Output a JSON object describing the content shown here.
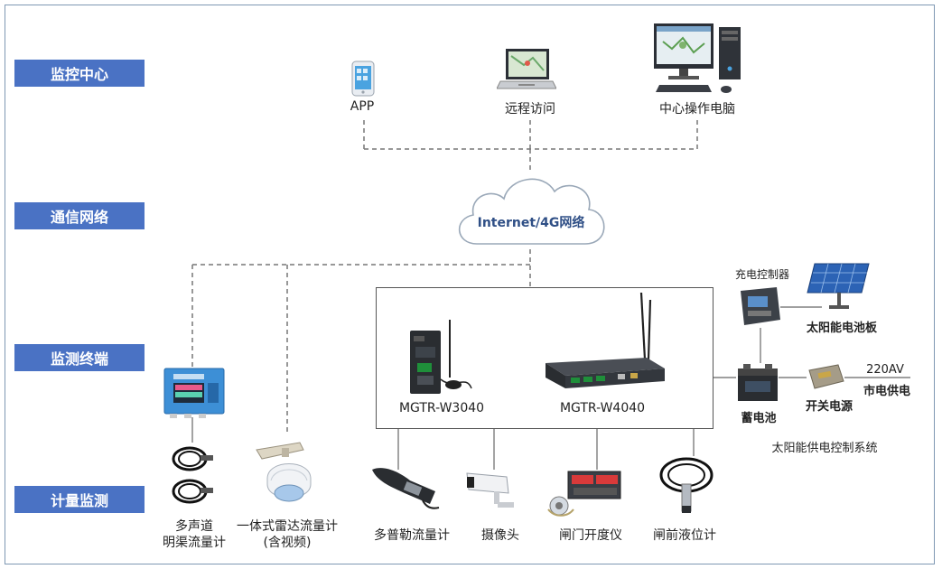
{
  "layers": {
    "monitor_center": "监控中心",
    "network": "通信网络",
    "terminal": "监测终端",
    "metering": "计量监测"
  },
  "monitor": {
    "app": "APP",
    "remote": "远程访问",
    "pc": "中心操作电脑"
  },
  "cloud": {
    "label": "Internet/4G网络"
  },
  "terminals": {
    "w3040": "MGTR-W3040",
    "w4040": "MGTR-W4040"
  },
  "solar": {
    "controller": "充电控制器",
    "panel": "太阳能电池板",
    "battery": "蓄电池",
    "psu": "开关电源",
    "mains_voltage": "220AV",
    "mains": "市电供电",
    "system": "太阳能供电控制系统"
  },
  "sensors": {
    "ultrasonic_line1": "多声道",
    "ultrasonic_line2": "明渠流量计",
    "radar_line1": "一体式雷达流量计",
    "radar_line2": "(含视频)",
    "doppler": "多普勒流量计",
    "camera": "摄像头",
    "gate": "闸门开度仪",
    "level": "闸前液位计"
  },
  "colors": {
    "layer_bg": "#4a72c4",
    "line": "#777777",
    "cloud_text": "#2f4f86"
  }
}
